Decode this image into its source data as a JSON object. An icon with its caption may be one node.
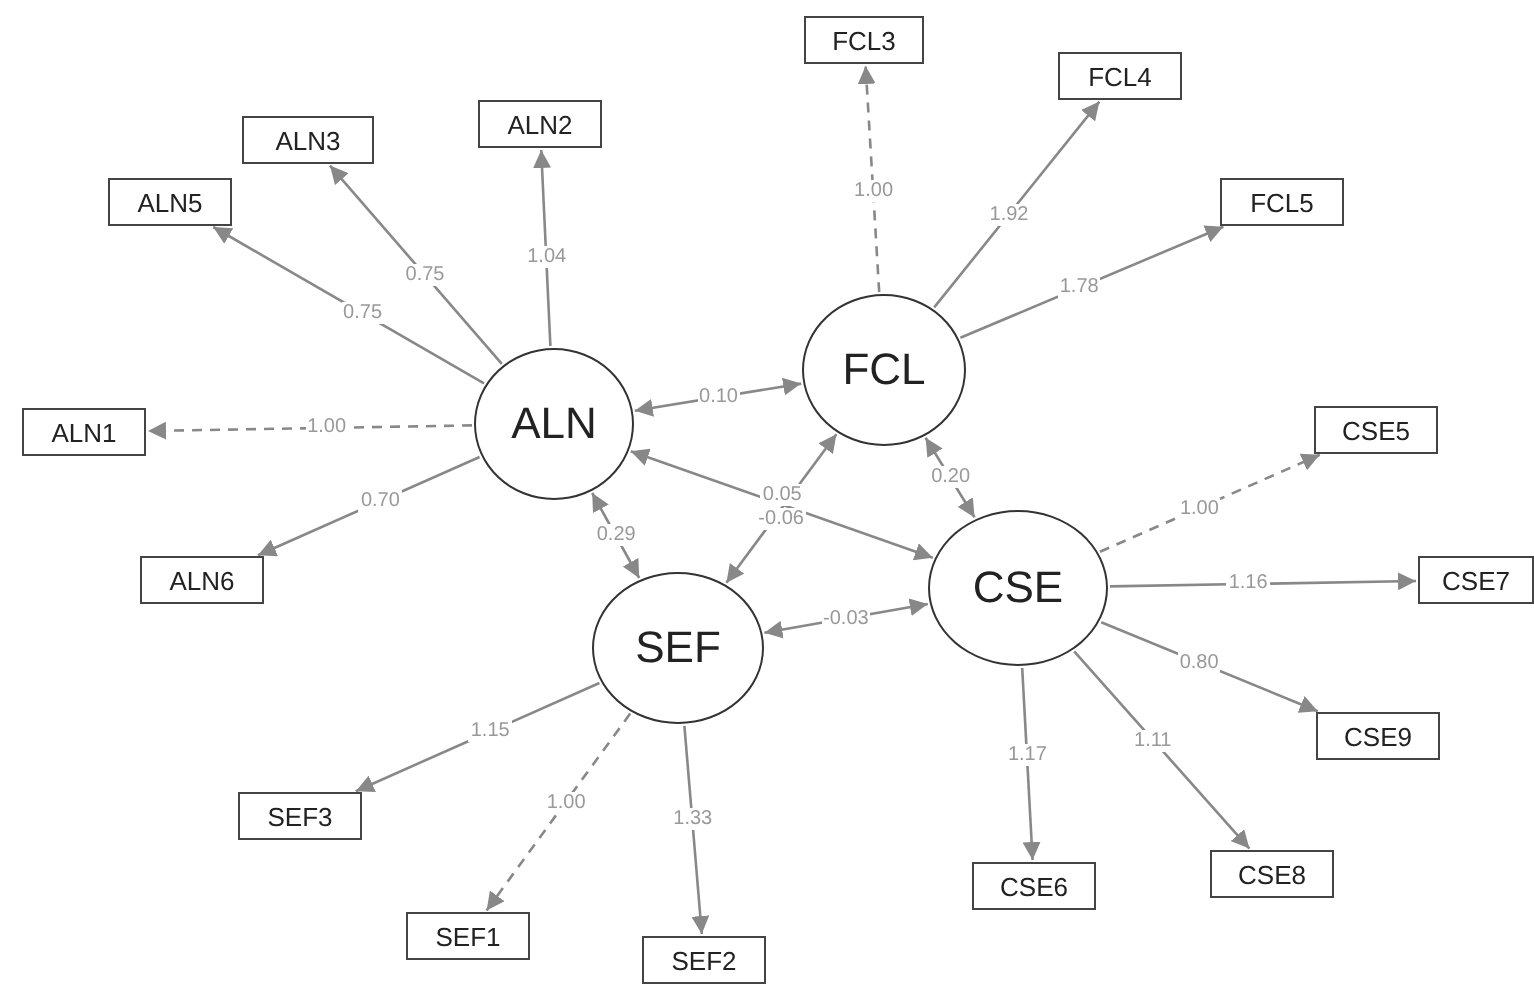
{
  "diagram": {
    "nodes": [
      {
        "text": [
          "ALN3"
        ]
      },
      {
        "text": [
          "ALN2"
        ]
      },
      {
        "text": [
          "FCL3"
        ]
      },
      {
        "text": [
          "FCL4"
        ]
      },
      {
        "text": [
          "FCL5"
        ]
      },
      {
        "text": [
          "ALN5"
        ]
      },
      {
        "text": [
          "FCL"
        ]
      },
      {
        "text": [
          "ALN1"
        ]
      },
      {
        "text": [
          "ALN"
        ]
      },
      {
        "text": [
          "CSE5"
        ]
      },
      {
        "text": [
          "ALN6"
        ]
      },
      {
        "text": [
          "CSE"
        ]
      },
      {
        "text": [
          "CSE7"
        ]
      },
      {
        "text": [
          "SEF"
        ]
      },
      {
        "text": [
          "CSE9"
        ]
      },
      {
        "text": [
          "SEF3"
        ]
      },
      {
        "text": [
          "CSE6"
        ]
      },
      {
        "text": [
          "CSE8"
        ]
      },
      {
        "text": [
          "SEF1"
        ]
      },
      {
        "text": [
          "SEF2"
        ]
      }
    ],
    "edges": [
      {
        "from": 8,
        "to": 0,
        "arrow": "to",
        "label": "0.75"
      },
      {
        "from": 8,
        "to": 1,
        "arrow": "to",
        "label": "1.04"
      },
      {
        "from": 8,
        "to": 5,
        "arrow": "to",
        "label": "0.75"
      },
      {
        "from": 8,
        "to": 7,
        "arrow": "to",
        "label": "1.00",
        "style": "dashed"
      },
      {
        "from": 8,
        "to": 10,
        "arrow": "to",
        "label": "0.70"
      },
      {
        "from": 6,
        "to": 2,
        "arrow": "to",
        "label": "1.00",
        "style": "dashed"
      },
      {
        "from": 6,
        "to": 3,
        "arrow": "to",
        "label": "1.92"
      },
      {
        "from": 6,
        "to": 4,
        "arrow": "to",
        "label": "1.78"
      },
      {
        "from": 11,
        "to": 9,
        "arrow": "to",
        "label": "1.00",
        "style": "dashed"
      },
      {
        "from": 11,
        "to": 12,
        "arrow": "to",
        "label": "1.16"
      },
      {
        "from": 11,
        "to": 14,
        "arrow": "to",
        "label": "0.80"
      },
      {
        "from": 11,
        "to": 17,
        "arrow": "to",
        "label": "1.11"
      },
      {
        "from": 11,
        "to": 16,
        "arrow": "to",
        "label": "1.17"
      },
      {
        "from": 13,
        "to": 15,
        "arrow": "to",
        "label": "1.15"
      },
      {
        "from": 13,
        "to": 18,
        "arrow": "to",
        "label": "1.00",
        "style": "dashed"
      },
      {
        "from": 13,
        "to": 19,
        "arrow": "to",
        "label": "1.33"
      },
      {
        "from": 8,
        "to": 6,
        "arrow": "both",
        "label": "0.10"
      },
      {
        "from": 8,
        "to": 13,
        "arrow": "both",
        "label": "0.29"
      },
      {
        "from": 8,
        "to": 11,
        "arrow": "both",
        "label": "0.05"
      },
      {
        "from": 13,
        "to": 6,
        "arrow": "both",
        "label": "-0.06"
      },
      {
        "from": 6,
        "to": 11,
        "arrow": "both",
        "label": "0.20"
      },
      {
        "from": 13,
        "to": 11,
        "arrow": "both",
        "label": "-0.03"
      }
    ]
  }
}
